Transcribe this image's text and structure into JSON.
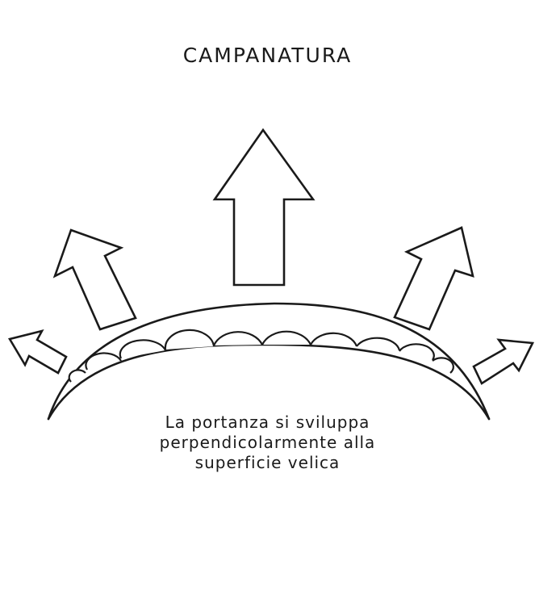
{
  "title": "CAMPANATURA",
  "caption": {
    "line1": "La portanza si sviluppa",
    "line2": "perpendicolarmente alla",
    "line3": "superficie velica"
  }
}
